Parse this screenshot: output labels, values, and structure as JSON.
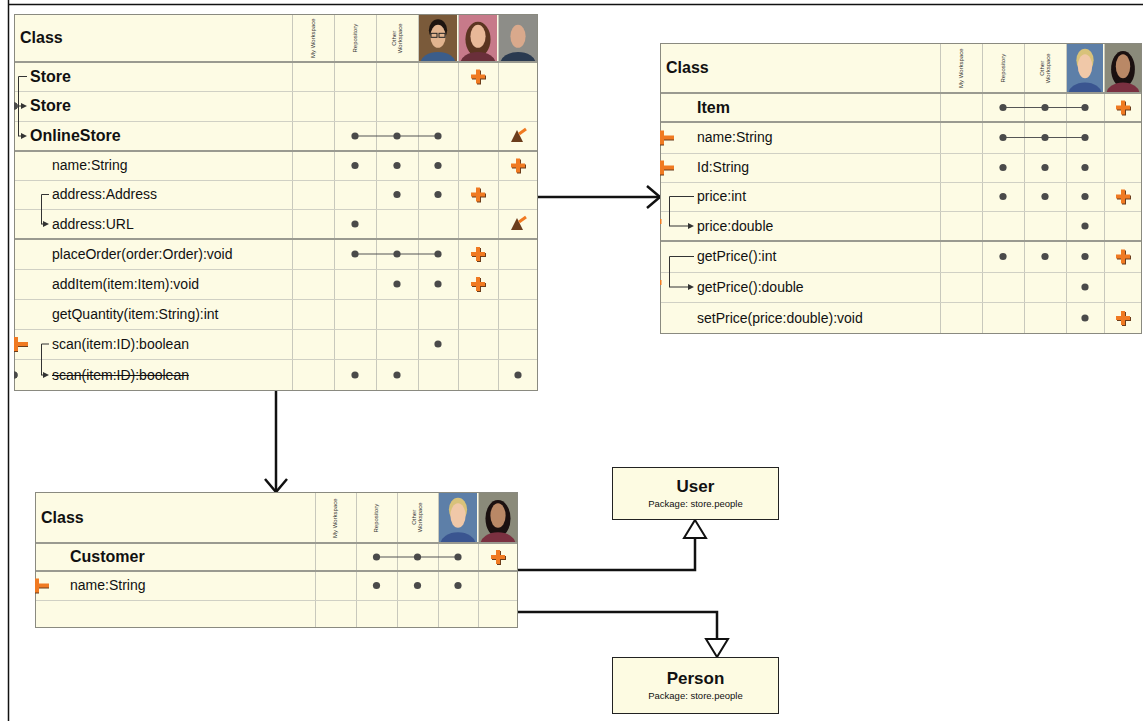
{
  "diagram": {
    "nodes": [
      {
        "text": [
          "Class",
          "My Workspace",
          "Repository",
          "Other Workspace",
          "Store",
          "Store",
          "OnlineStore",
          "name:String",
          "address:Address",
          "address:URL",
          "placeOrder(order:Order):void",
          "addItem(item:Item):void",
          "getQuantity(item:String):int",
          "scan(item:ID):boolean",
          "scan(item:ID):boolean"
        ]
      },
      {
        "text": [
          "Class",
          "My Workspace",
          "Repository",
          "Other Workspace",
          "Item",
          "name:String",
          "Id:String",
          "price:int",
          "price:double",
          "getPrice():int",
          "getPrice():double",
          "setPrice(price:double):void"
        ]
      },
      {
        "text": [
          "Class",
          "My Workspace",
          "Repository",
          "Other Workspace",
          "Customer",
          "name:String"
        ]
      },
      {
        "text": [
          "User",
          "Package: store.people"
        ]
      },
      {
        "text": [
          "Person",
          "Package: store.people"
        ]
      }
    ],
    "edges": [
      {
        "from": 0,
        "to": 1,
        "arrow": "to"
      },
      {
        "from": 0,
        "to": 2,
        "arrow": "to"
      },
      {
        "from": 2,
        "to": 3,
        "arrow": "to"
      },
      {
        "from": 2,
        "to": 4,
        "arrow": "to"
      }
    ]
  }
}
